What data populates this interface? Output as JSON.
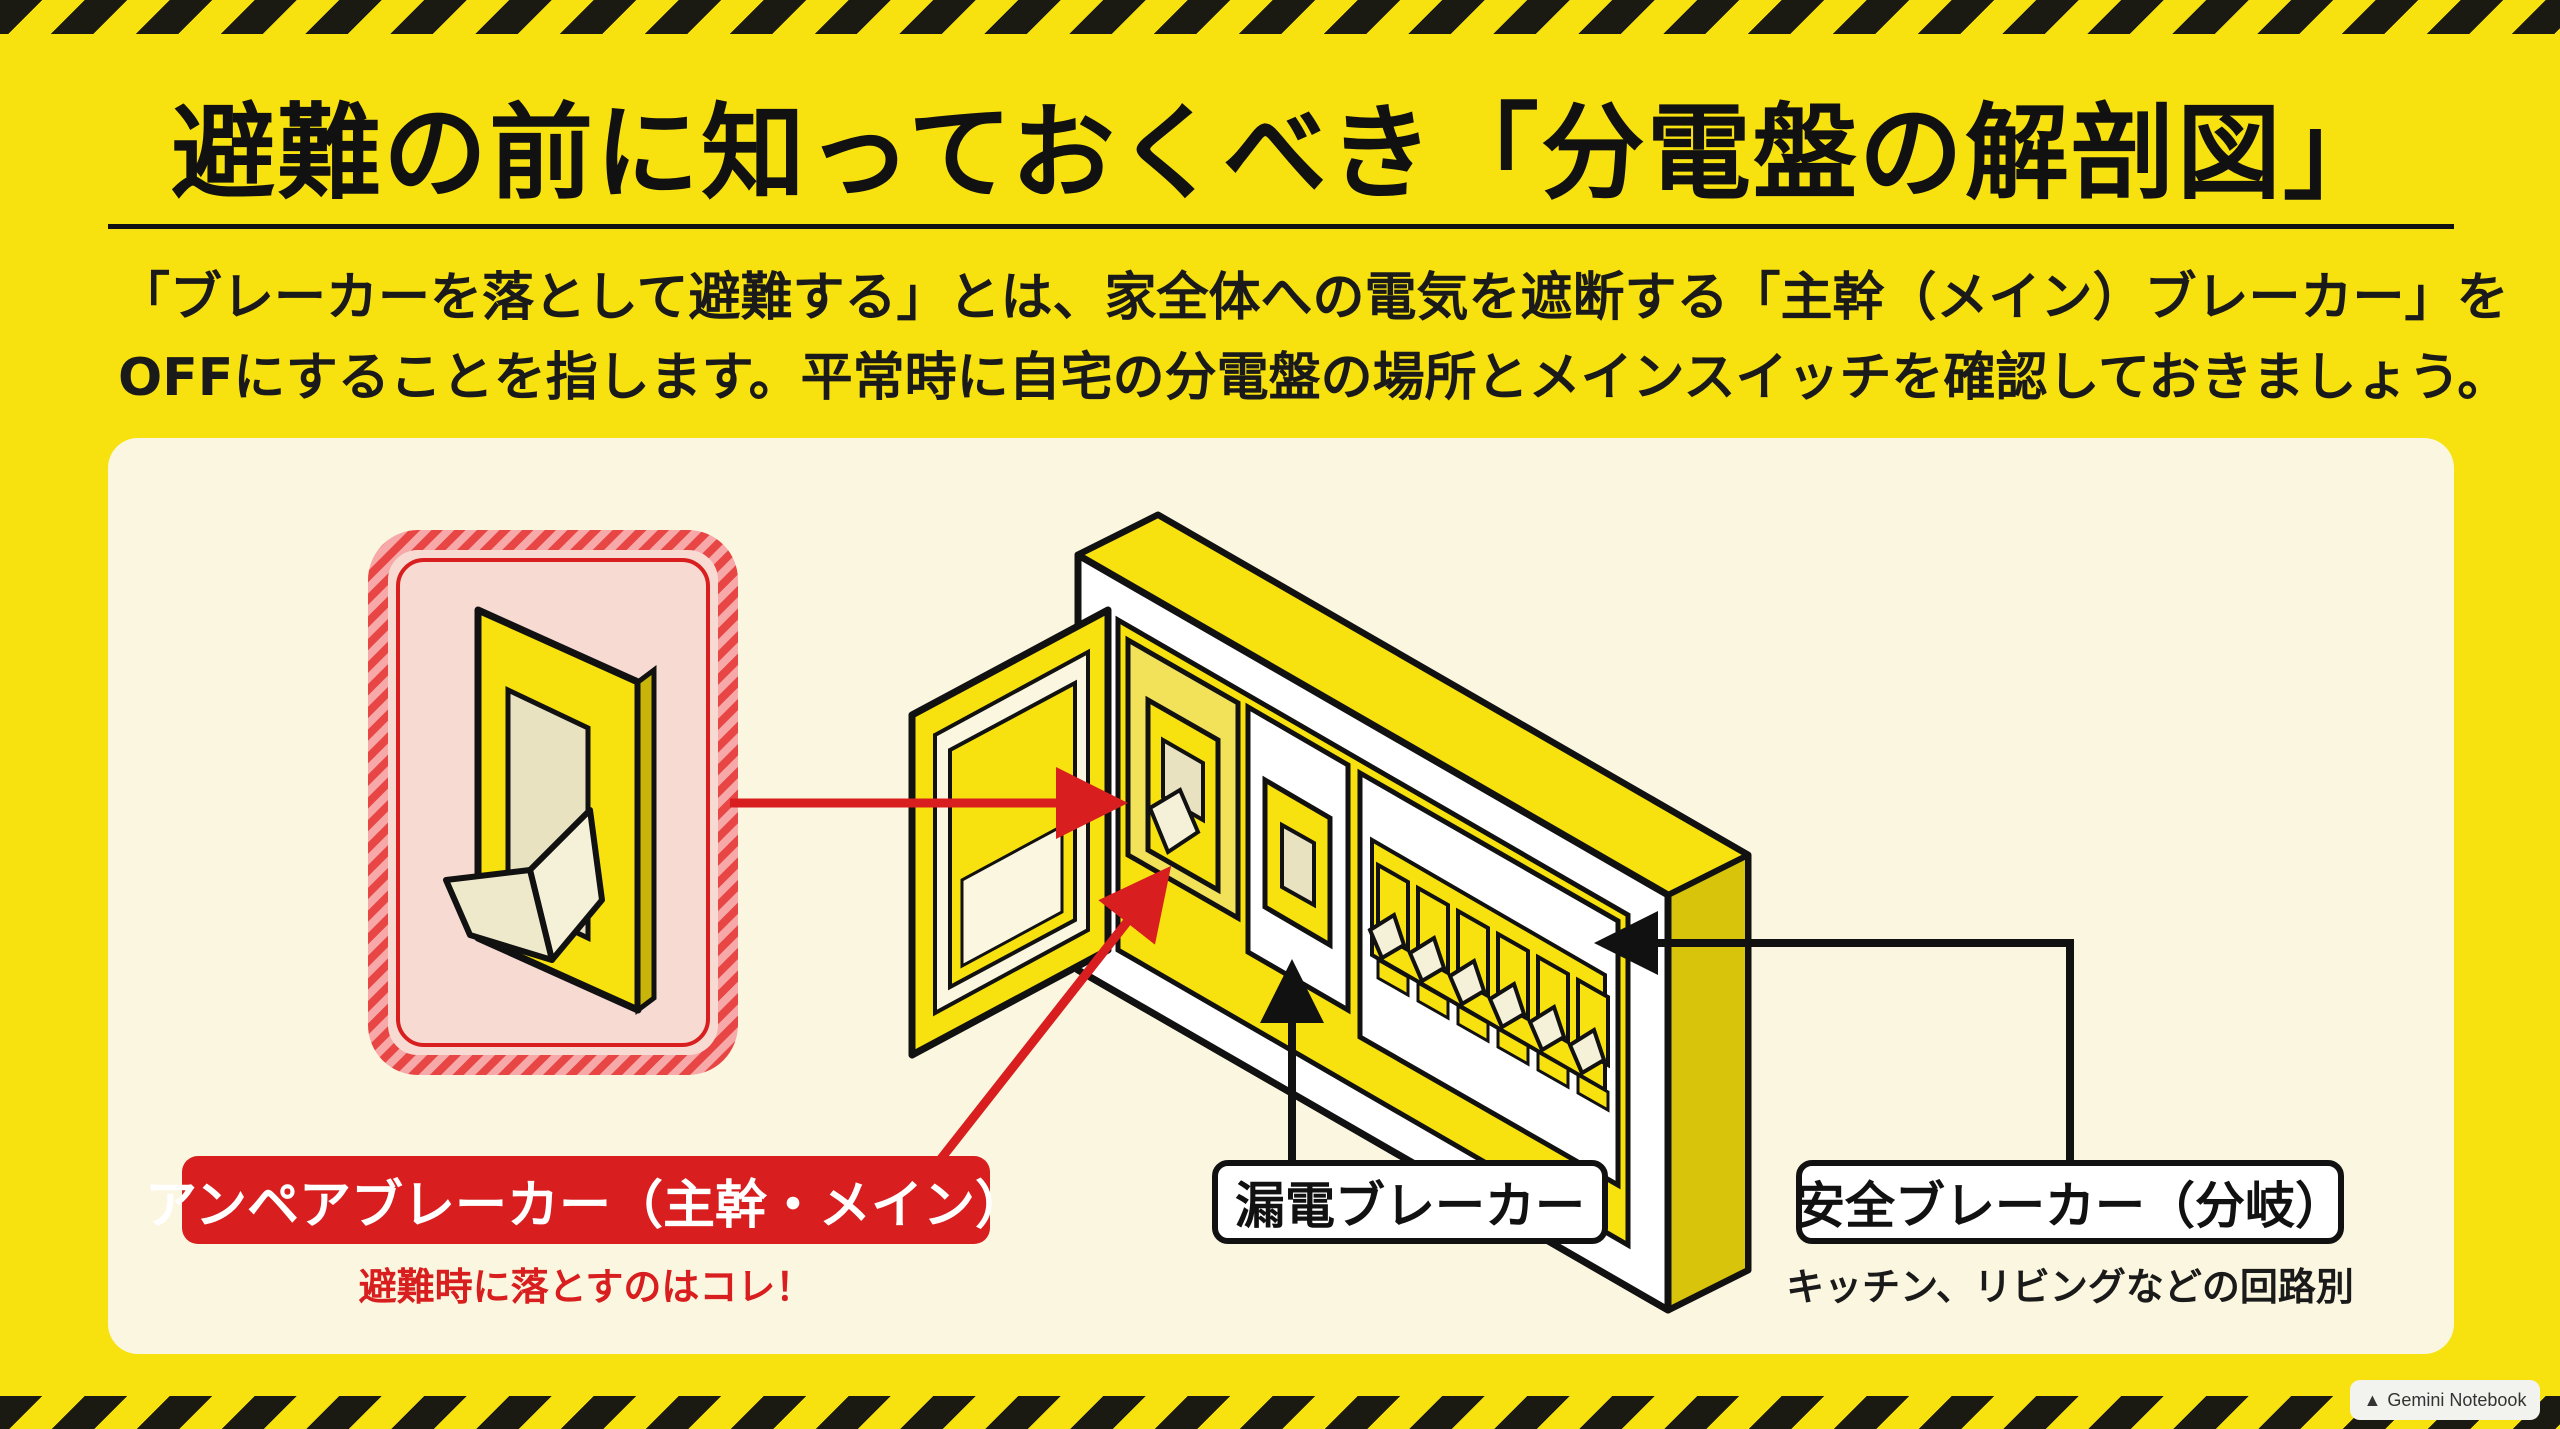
{
  "title": "避難の前に知っておくべき「分電盤の解剖図」",
  "intro": {
    "line1": "「ブレーカーを落として避難する」とは、家全体への電気を遮断する「主幹（メイン）ブレーカー」を",
    "line2": "OFFにすることを指します。平常時に自宅の分電盤の場所とメインスイッチを確認しておきましょう。"
  },
  "labels": {
    "main_breaker": "アンペアブレーカー（主幹・メイン）",
    "main_breaker_note": "避難時に落とすのはコレ！",
    "leakage_breaker": "漏電ブレーカー",
    "safety_breaker": "安全ブレーカー（分岐）",
    "safety_breaker_note": "キッチン、リビングなどの回路別"
  },
  "colors": {
    "background": "#F7E10F",
    "accent_red": "#D81E1E",
    "panel": "#FBF6DF",
    "ink": "#111111"
  },
  "watermark": "Gemini Notebook"
}
